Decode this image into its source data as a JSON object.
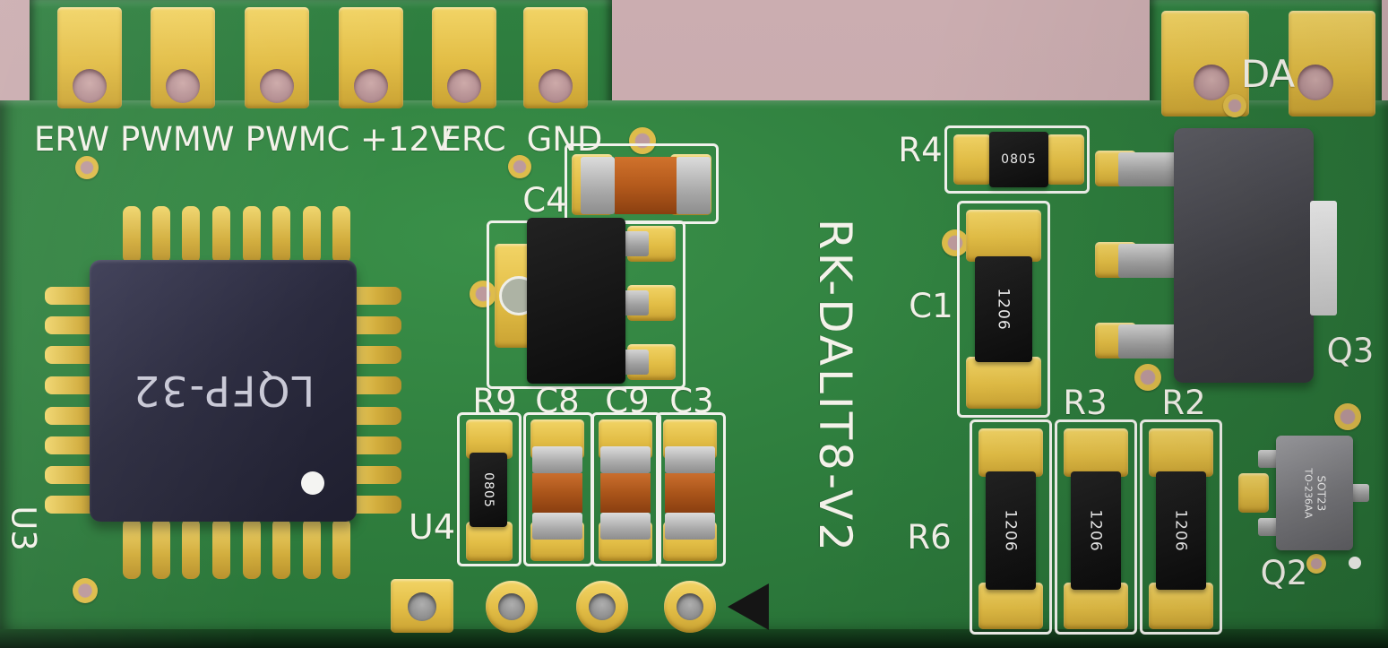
{
  "board_title": "RK-DALIT8-V2",
  "connectors": {
    "labels": [
      "ERW",
      "PWMW",
      "PWMC",
      "+12V",
      "ERC",
      "GND"
    ],
    "da_label": "DA"
  },
  "refs": {
    "u3": "U3",
    "u4": "U4",
    "c4": "C4",
    "r9": "R9",
    "c8": "C8",
    "c9": "C9",
    "c3": "C3",
    "r4": "R4",
    "c1": "C1",
    "q3": "Q3",
    "r3": "R3",
    "r2": "R2",
    "r6": "R6",
    "q2": "Q2"
  },
  "markings": {
    "lqfp": "LQFP-32",
    "r9_code": "0805",
    "r4_code": "0805",
    "c1_code": "1206",
    "res_codes": [
      "1206",
      "1206",
      "1206"
    ],
    "q2_line1": "SOT23",
    "q2_line2": "TO-236AA"
  },
  "colors": {
    "background": "#c5a9ac",
    "board_green": "#2e7d3d",
    "pad_gold": "#e2bd45",
    "silkscreen": "#f1f1ec",
    "capacitor_orange": "#b45a1c",
    "chip_black": "#121212",
    "ic_navy": "#2a2a3e"
  }
}
